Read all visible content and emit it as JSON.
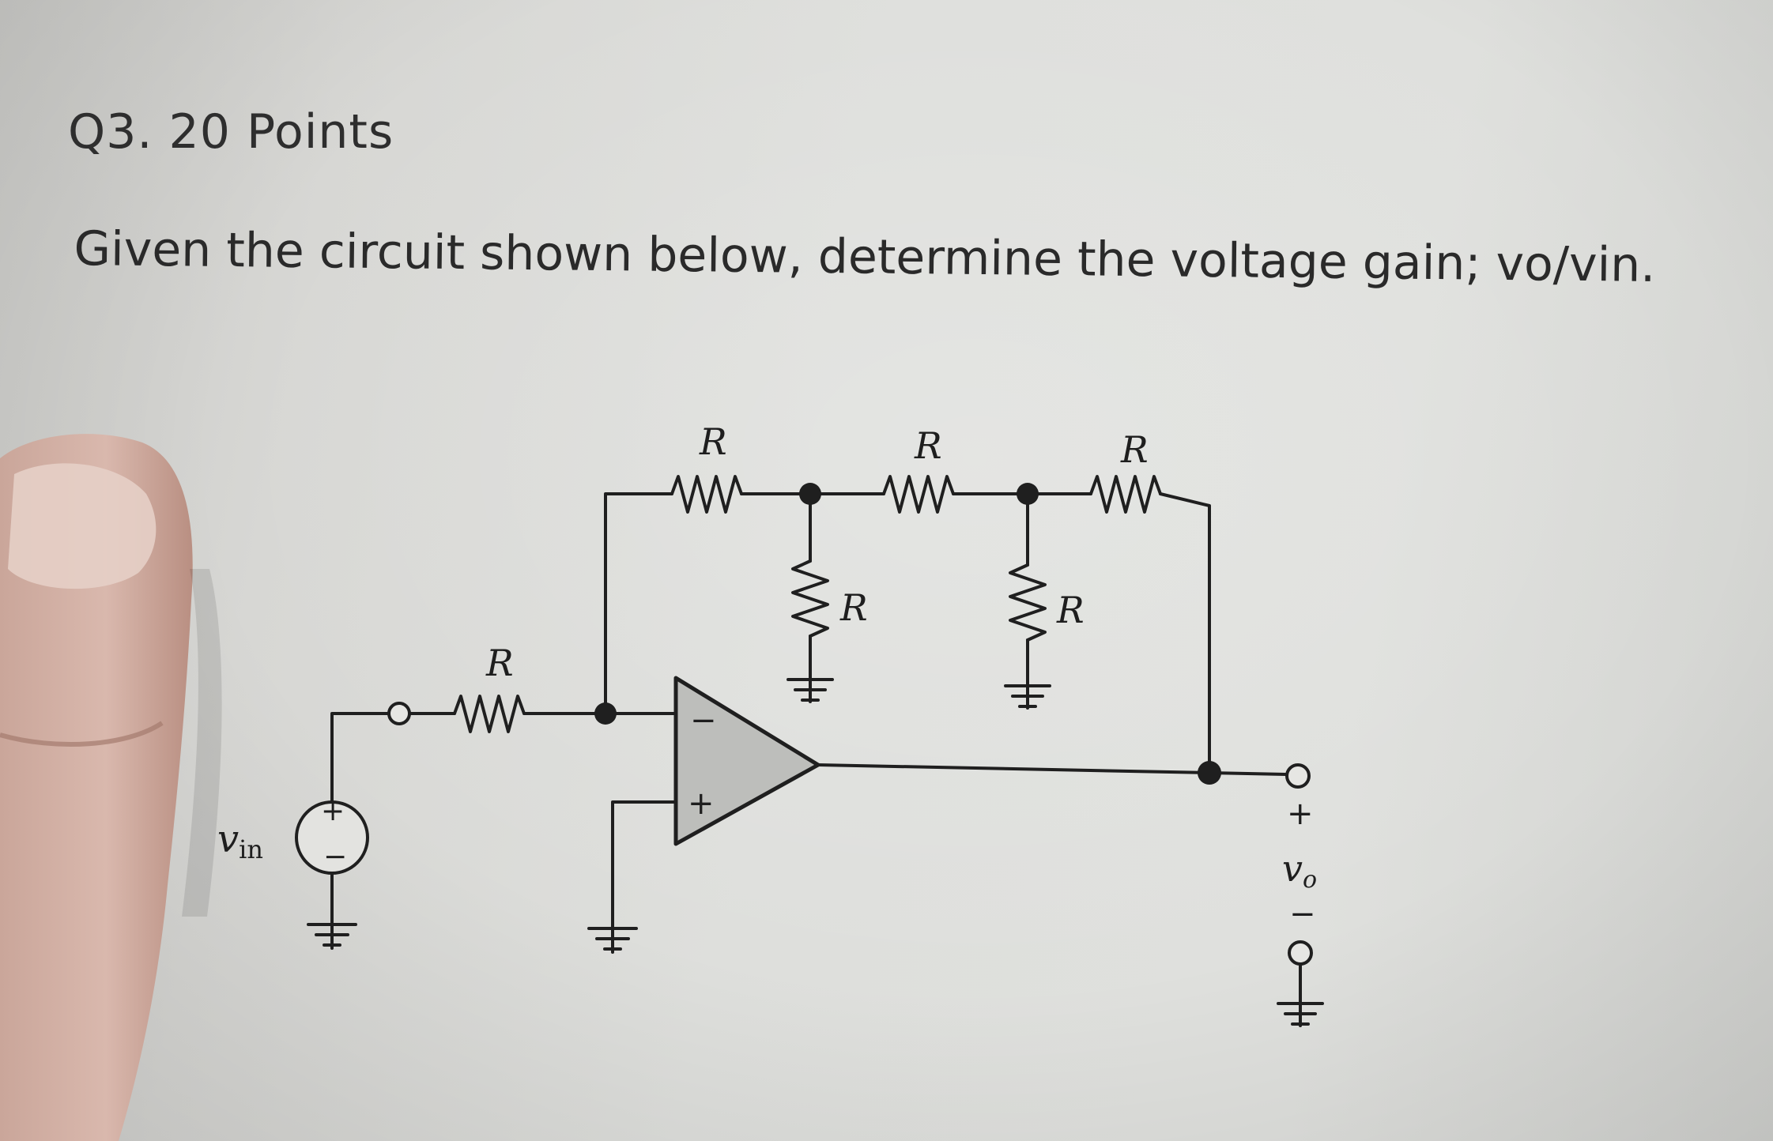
{
  "header": {
    "title": "Q3. 20 Points"
  },
  "question": {
    "text": "Given the circuit shown below, determine the voltage gain; vo/vin."
  },
  "circuit": {
    "resistor_label": "R",
    "source_label": "v",
    "source_subscript": "in",
    "output_label": "v",
    "output_subscript": "o",
    "plus_sign": "+",
    "minus_sign": "−"
  }
}
